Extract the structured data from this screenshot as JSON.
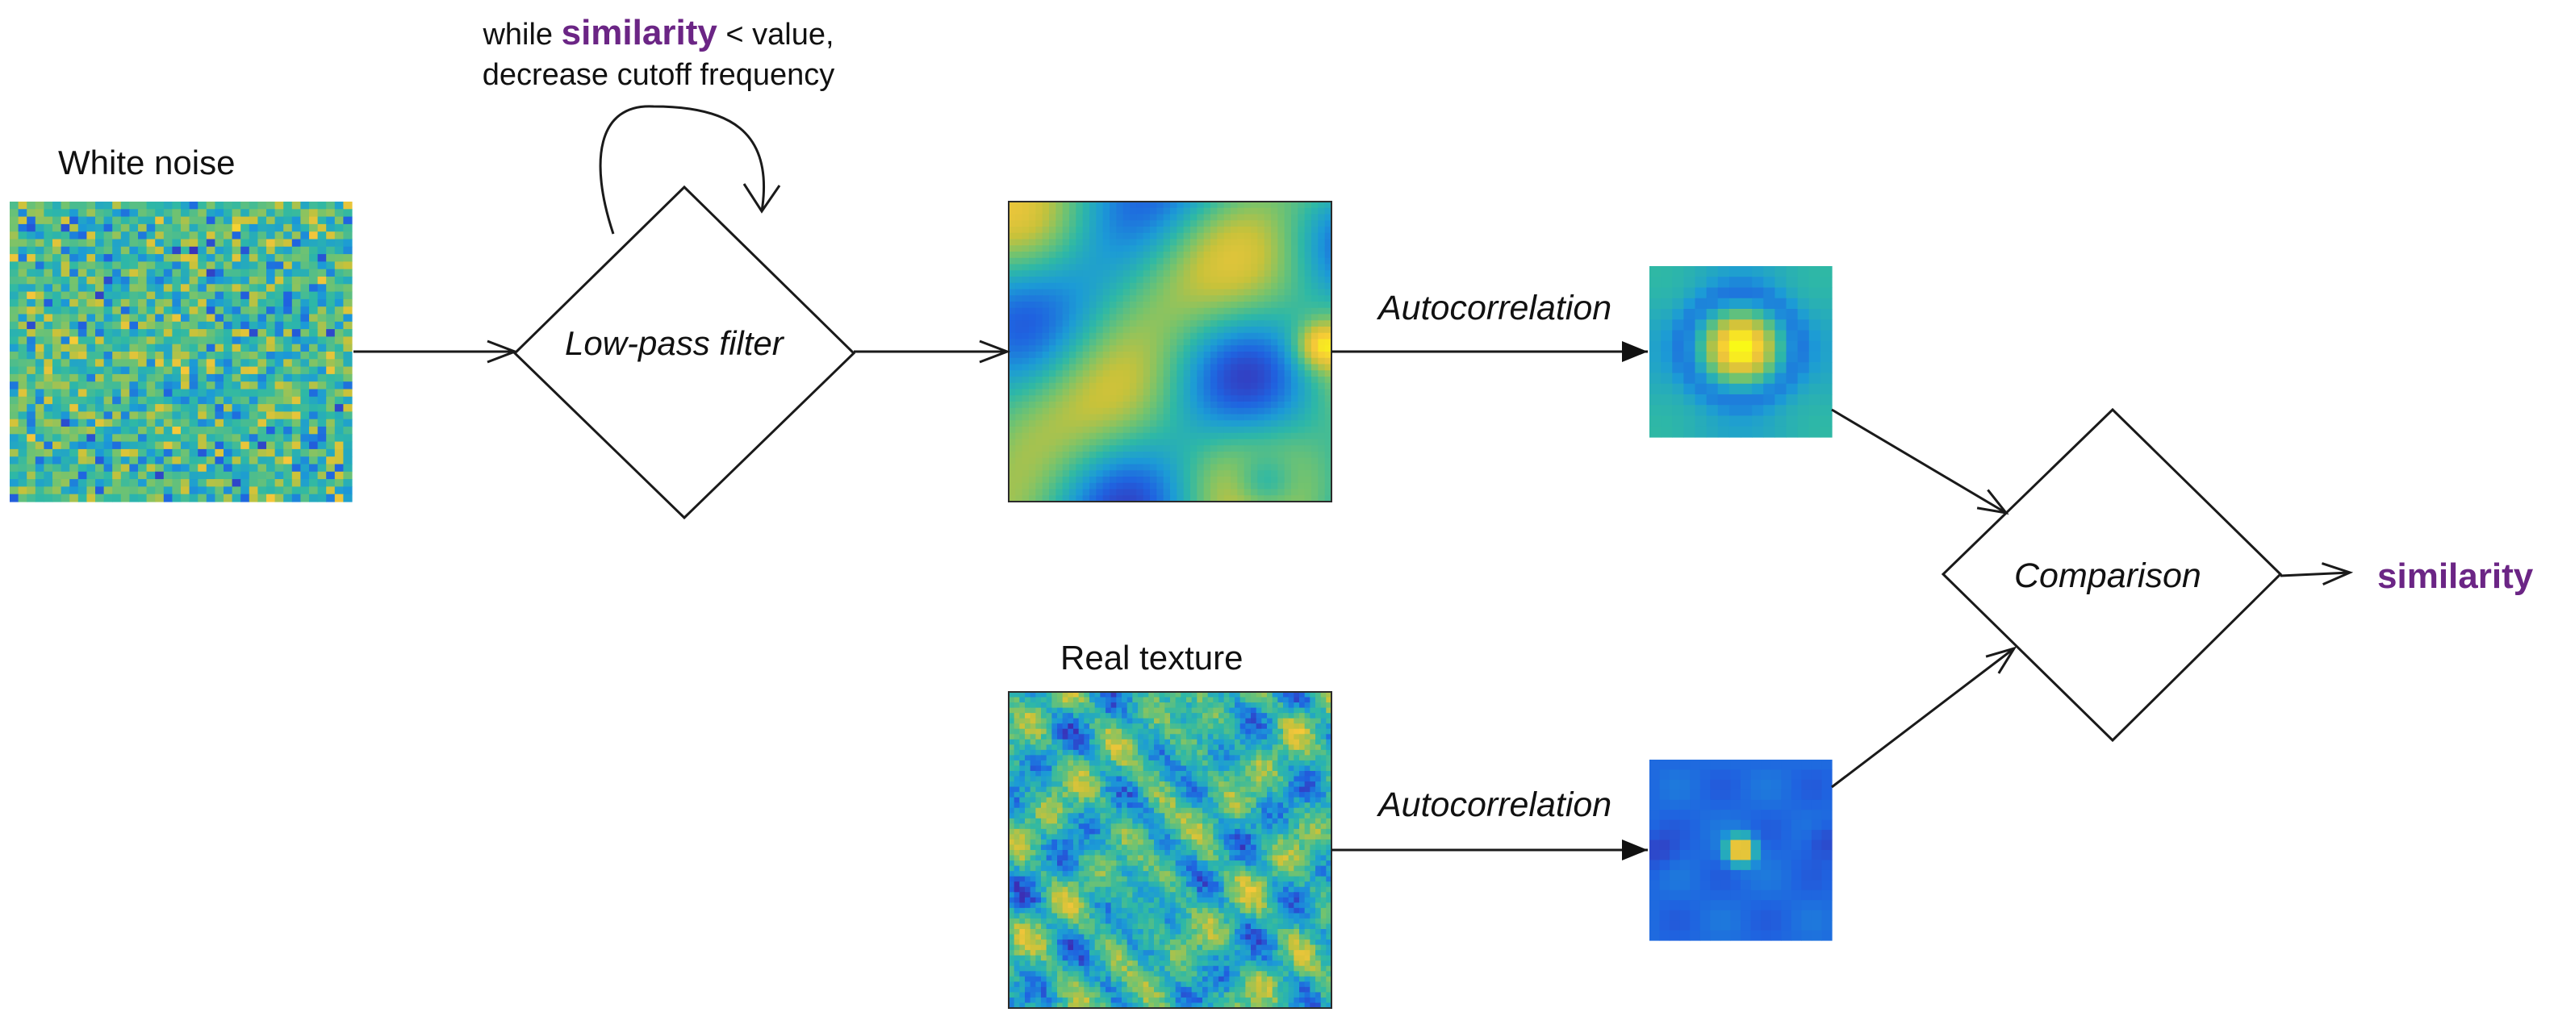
{
  "loop_note": {
    "prefix": "while ",
    "keyword": "similarity",
    "suffix": " < value,",
    "line2": "decrease cutoff frequency"
  },
  "white_noise": {
    "label": "White noise"
  },
  "lowpass": {
    "label": "Low-pass filter"
  },
  "autocorr_top": {
    "label": "Autocorrelation"
  },
  "autocorr_bottom": {
    "label": "Autocorrelation"
  },
  "real_texture": {
    "label": "Real texture"
  },
  "comparison": {
    "label": "Comparison"
  },
  "output": {
    "label": "similarity"
  },
  "colors": {
    "accent": "#6b2585",
    "line": "#1a1a1a",
    "colormap": [
      "#3b2fb5",
      "#1f63e0",
      "#1c9bd6",
      "#2eb8a6",
      "#74c36e",
      "#c8c23a",
      "#f5c63a",
      "#f9f917"
    ]
  }
}
